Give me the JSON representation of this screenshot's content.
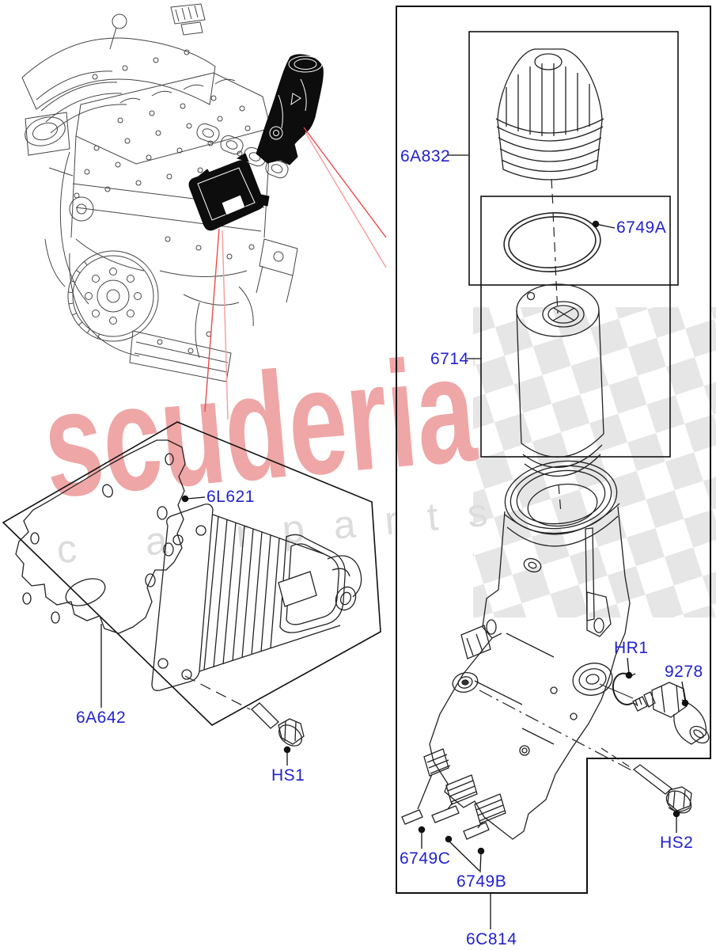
{
  "watermark": {
    "brand": "scuderia",
    "line1": "c a r",
    "line2": "p a r t s"
  },
  "callouts": [
    {
      "id": "6A832",
      "label": "6A832"
    },
    {
      "id": "6749A",
      "label": "6749A"
    },
    {
      "id": "6714",
      "label": "6714"
    },
    {
      "id": "6L621",
      "label": "6L621"
    },
    {
      "id": "6A642",
      "label": "6A642"
    },
    {
      "id": "HS1",
      "label": "HS1"
    },
    {
      "id": "HR1",
      "label": "HR1"
    },
    {
      "id": "9278",
      "label": "9278"
    },
    {
      "id": "HS2",
      "label": "HS2"
    },
    {
      "id": "6749C",
      "label": "6749C"
    },
    {
      "id": "6749B",
      "label": "6749B"
    },
    {
      "id": "6C814",
      "label": "6C814"
    }
  ],
  "colors": {
    "callout_blue": "#2222cf",
    "line_black": "#1a1a1a",
    "red_leader": "#e84b4b",
    "red_leader_light": "#f59c9c",
    "watermark_red": "#efa6a6",
    "watermark_gray": "#dcdcdc",
    "checker_gray": "#cccccc"
  }
}
